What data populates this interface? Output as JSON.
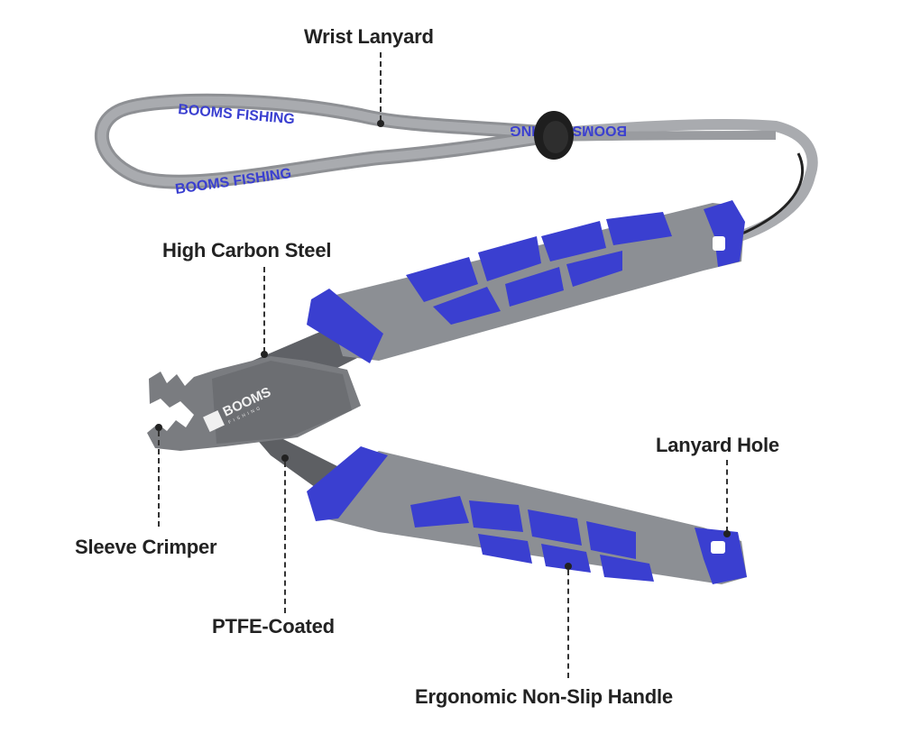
{
  "labels": {
    "wrist_lanyard": "Wrist Lanyard",
    "high_carbon_steel": "High Carbon Steel",
    "lanyard_hole": "Lanyard Hole",
    "sleeve_crimper": "Sleeve Crimper",
    "ptfe_coated": "PTFE-Coated",
    "ergonomic_handle": "Ergonomic Non-Slip Handle"
  },
  "branding": {
    "lanyard_print": "BOOMS FISHING",
    "plier_logo": "BOOMS",
    "plier_logo_sub": "FISHING"
  },
  "colors": {
    "handle_blue": "#3a3fd0",
    "handle_gray": "#8c8f94",
    "steel": "#6e7075",
    "lanyard": "#9a9ca0",
    "text": "#222222"
  }
}
